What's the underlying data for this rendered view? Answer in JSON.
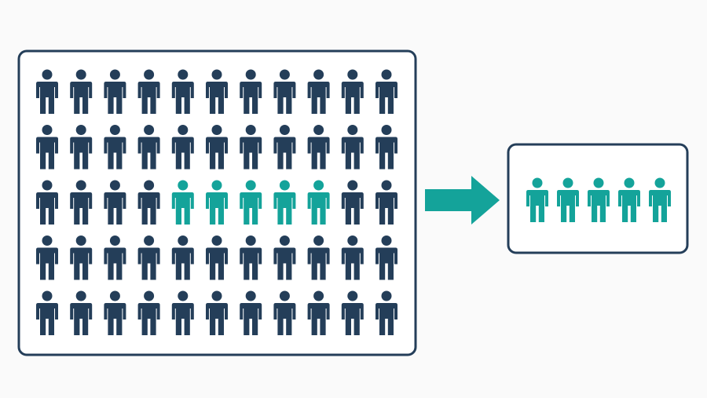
{
  "colors": {
    "population": "#243e59",
    "selected": "#14a39a",
    "frame_stroke": "#243e59",
    "frame_fill": "#ffffff",
    "arrow": "#14a39a",
    "background": "#fafafa"
  },
  "icons": {
    "person": "person-icon",
    "arrow": "arrow-right-icon"
  },
  "population": {
    "rows": 5,
    "columns": 11,
    "total": 55,
    "highlighted": [
      {
        "row": 3,
        "column": 5
      },
      {
        "row": 3,
        "column": 6
      },
      {
        "row": 3,
        "column": 7
      },
      {
        "row": 3,
        "column": 8
      },
      {
        "row": 3,
        "column": 9
      }
    ]
  },
  "sample": {
    "count": 5
  }
}
